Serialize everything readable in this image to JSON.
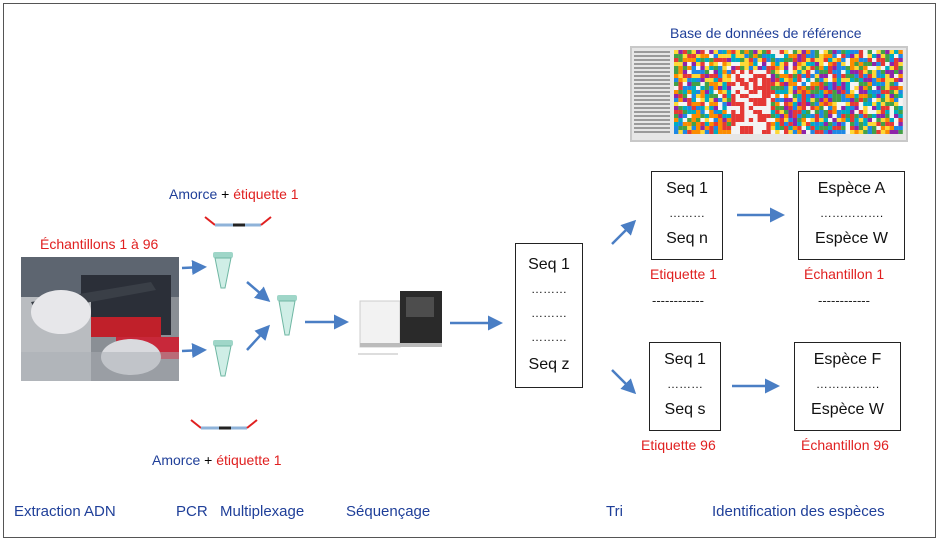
{
  "reference_db": {
    "title": "Base de données de référence"
  },
  "samples": {
    "label": "Échantillons 1 à 96"
  },
  "primers": {
    "top_primer": "Amorce",
    "top_plus": " + ",
    "top_tag": "étiquette 1",
    "bottom_primer": "Amorce",
    "bottom_plus": " + ",
    "bottom_tag": "étiquette 1"
  },
  "pooled_box": {
    "lines": [
      "Seq 1",
      "………",
      "………",
      "………",
      "Seq z"
    ]
  },
  "sorted_top": {
    "seq_lines": [
      "Seq 1",
      "………",
      "Seq n"
    ],
    "tag_label": "Etiquette 1",
    "species_lines": [
      "Espèce A",
      "…………….",
      "Espèce W"
    ],
    "sample_label": "Échantillon 1"
  },
  "separators": {
    "left": "------------",
    "right": "------------"
  },
  "sorted_bottom": {
    "seq_lines": [
      "Seq 1",
      "………",
      "Seq s"
    ],
    "tag_label": "Etiquette 96",
    "species_lines": [
      "Espèce F",
      "…………….",
      "Espèce W"
    ],
    "sample_label": "Échantillon 96"
  },
  "stages": {
    "extraction": "Extraction ADN",
    "pcr": "PCR",
    "multiplexing": "Multiplexage",
    "sequencing": "Séquençage",
    "sorting": "Tri",
    "identification": "Identification des espèces"
  },
  "colors": {
    "stage_blue": "#1f3f99",
    "tag_red": "#e02020",
    "arrow_blue": "#4a7ec4"
  }
}
